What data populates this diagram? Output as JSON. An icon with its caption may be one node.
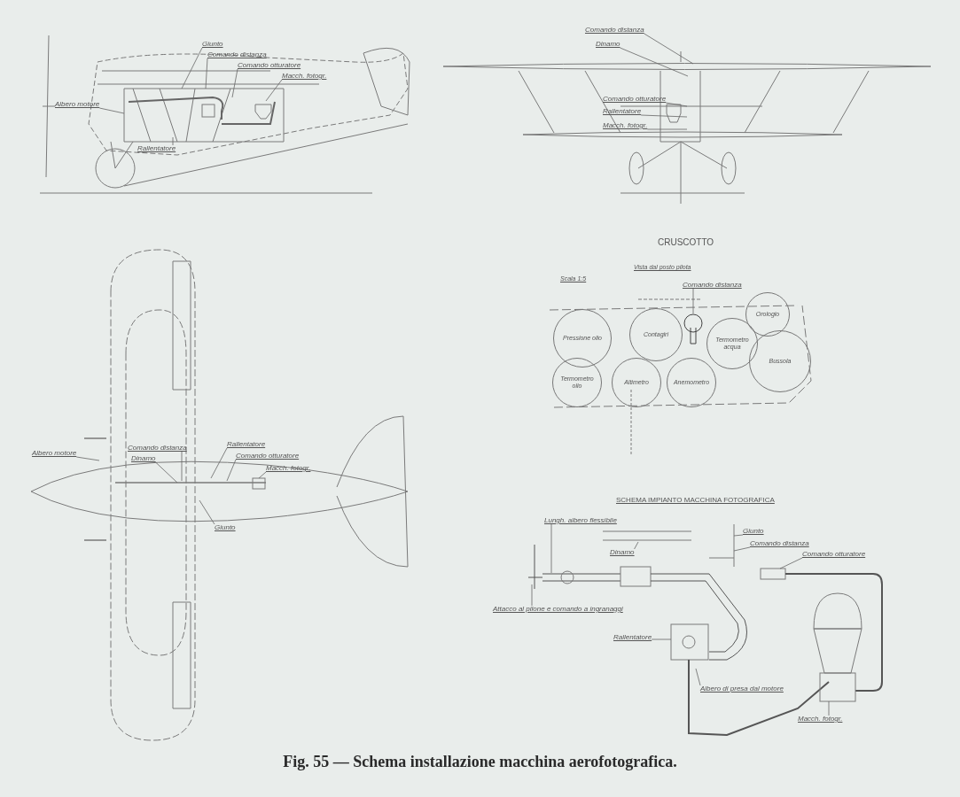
{
  "diagram": {
    "caption": "Fig. 55 — Schema installazione macchina aerofotografica.",
    "nodes": [
      {
        "text": [
          "Albero motore"
        ]
      },
      {
        "text": [
          "Giunto"
        ]
      },
      {
        "text": [
          "Comando distanza"
        ]
      },
      {
        "text": [
          "Comando otturatore"
        ]
      },
      {
        "text": [
          "Macch. fotogr."
        ]
      },
      {
        "text": [
          "Rallentatore"
        ]
      },
      {
        "text": [
          "Comando distanza"
        ]
      },
      {
        "text": [
          "Dinamo"
        ]
      },
      {
        "text": [
          "Comando otturatore"
        ]
      },
      {
        "text": [
          "Rallentatore"
        ]
      },
      {
        "text": [
          "Macch. fotogr."
        ]
      },
      {
        "text": [
          "Comando distanza"
        ]
      },
      {
        "text": [
          "Pressione olio"
        ]
      },
      {
        "text": [
          "Contagiri"
        ]
      },
      {
        "text": [
          "Termometro acqua"
        ]
      },
      {
        "text": [
          "Orologio"
        ]
      },
      {
        "text": [
          "Termometro olio"
        ]
      },
      {
        "text": [
          "Altimetro"
        ]
      },
      {
        "text": [
          "Anemometro"
        ]
      },
      {
        "text": [
          "Bussola"
        ]
      },
      {
        "text": [
          "Albero motore"
        ]
      },
      {
        "text": [
          "Comando distanza"
        ]
      },
      {
        "text": [
          "Dinamo"
        ]
      },
      {
        "text": [
          "Rallentatore"
        ]
      },
      {
        "text": [
          "Comando otturatore"
        ]
      },
      {
        "text": [
          "Macch. fotogr."
        ]
      },
      {
        "text": [
          "Giunto"
        ]
      },
      {
        "text": [
          "Lungh. albero flessibile"
        ]
      },
      {
        "text": [
          "Dinamo"
        ]
      },
      {
        "text": [
          "Giunto"
        ]
      },
      {
        "text": [
          "Comando distanza"
        ]
      },
      {
        "text": [
          "Comando otturatore"
        ]
      },
      {
        "text": [
          "Attacco al pilone e comando a ingranaggi"
        ]
      },
      {
        "text": [
          "Rallentatore"
        ]
      },
      {
        "text": [
          "Albero di presa dal motore"
        ]
      },
      {
        "text": [
          "Macch. fotogr."
        ]
      },
      {
        "text": [],
        "shape": "circle"
      }
    ],
    "edges": [
      {
        "from": 0,
        "to": null,
        "arrow": "none"
      },
      {
        "from": 1,
        "to": null,
        "arrow": "none"
      },
      {
        "from": 2,
        "to": null,
        "arrow": "none"
      },
      {
        "from": 3,
        "to": null,
        "arrow": "none"
      },
      {
        "from": 4,
        "to": null,
        "arrow": "none"
      },
      {
        "from": 5,
        "to": null,
        "arrow": "none"
      },
      {
        "from": 6,
        "to": null,
        "arrow": "none"
      },
      {
        "from": 7,
        "to": null,
        "arrow": "none"
      },
      {
        "from": 8,
        "to": null,
        "arrow": "none"
      },
      {
        "from": 9,
        "to": null,
        "arrow": "none"
      },
      {
        "from": 10,
        "to": null,
        "arrow": "none"
      },
      {
        "from": 11,
        "to": 36,
        "arrow": "none"
      },
      {
        "from": 20,
        "to": null,
        "arrow": "none"
      },
      {
        "from": 21,
        "to": null,
        "arrow": "none"
      },
      {
        "from": 22,
        "to": null,
        "arrow": "none"
      },
      {
        "from": 23,
        "to": null,
        "arrow": "none"
      },
      {
        "from": 24,
        "to": null,
        "arrow": "none"
      },
      {
        "from": 25,
        "to": null,
        "arrow": "none"
      },
      {
        "from": 26,
        "to": null,
        "arrow": "none"
      },
      {
        "from": 27,
        "to": null,
        "arrow": "none"
      },
      {
        "from": 28,
        "to": null,
        "arrow": "none"
      },
      {
        "from": 29,
        "to": null,
        "arrow": "none"
      },
      {
        "from": 30,
        "to": null,
        "arrow": "none"
      },
      {
        "from": 31,
        "to": null,
        "arrow": "none"
      },
      {
        "from": 32,
        "to": null,
        "arrow": "none"
      },
      {
        "from": 33,
        "to": null,
        "arrow": "none"
      },
      {
        "from": 34,
        "to": null,
        "arrow": "none"
      },
      {
        "from": 35,
        "to": null,
        "arrow": "none"
      }
    ],
    "labels": [
      "CRUSCOTTO",
      "Vista dal posto pilota",
      "Scala 1:5",
      "SCHEMA IMPIANTO MACCHINA FOTOGRAFICA"
    ]
  }
}
